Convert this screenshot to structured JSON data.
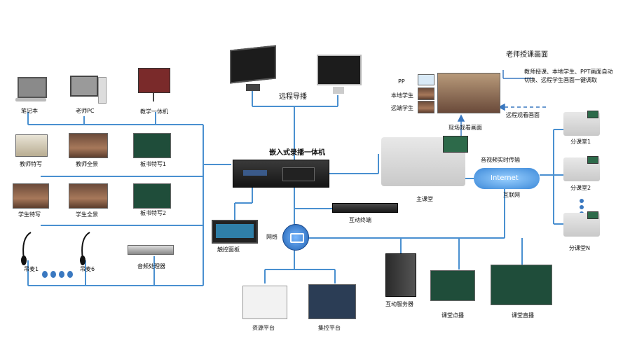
{
  "colors": {
    "line": "#4a90d0",
    "arrow": "#3a78c0",
    "text": "#111111",
    "screen": "#1c1c1c"
  },
  "left_devices": {
    "laptop": "笔记本",
    "teacher_pc": "老师PC",
    "smartboard": "教学一体机"
  },
  "left_cameras": {
    "teacher_close": "教师特写",
    "teacher_wide": "教师全景",
    "board_close_1": "板书特写1",
    "student_close": "学生特写",
    "student_wide": "学生全景",
    "board_close_2": "板书特写2"
  },
  "audio": {
    "mic_1": "吊麦1",
    "mic_6": "吊麦6",
    "processor": "音频处理器"
  },
  "center": {
    "remote_director": "远程导播",
    "recorder": "嵌入式录播一体机",
    "touch_panel": "触控面板",
    "interactive_terminal": "互动终端",
    "network": "网络",
    "resource_platform": "资源平台",
    "control_platform": "集控平台",
    "media_server": "互动服务器",
    "vod": "课堂点播",
    "live": "课堂直播"
  },
  "right": {
    "teacher_view_title": "老师授课画面",
    "teacher_view_desc_1": "教师授课、本地学生、PPT画面自动",
    "teacher_view_desc_2": "切换、远程学生画面一键调取",
    "ppt": "PP",
    "local_students": "本地学生",
    "remote_students": "远端学生",
    "remote_watch": "远程观看画面",
    "onsite_watch": "现场观看画面",
    "av_transfer": "音视频实时传输",
    "internet": "Internet",
    "internet_label": "互联网",
    "main_class": "主课堂",
    "branch_1": "分课堂1",
    "branch_2": "分课堂2",
    "branch_n": "分课堂N"
  }
}
